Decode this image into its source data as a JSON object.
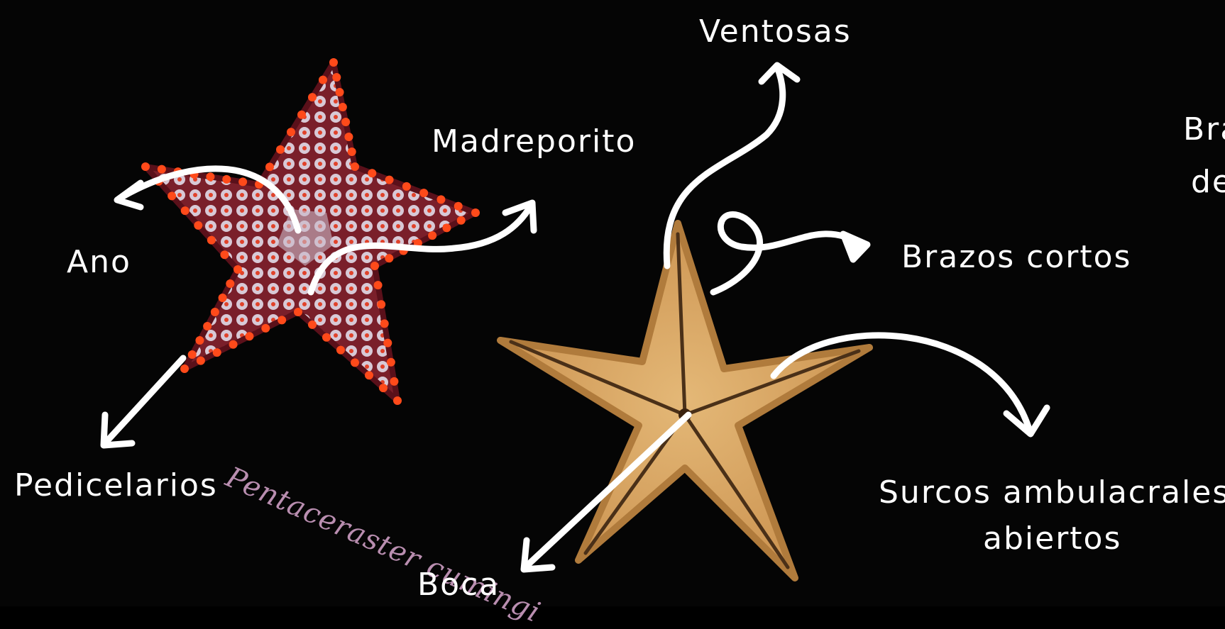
{
  "colors": {
    "background": "#050505",
    "label_text": "#ffffff",
    "arrow": "#ffffff",
    "species_text": "#b98eb0",
    "red_star_body": "#7a1f2a",
    "red_star_plates": "#d8c9d6",
    "red_star_spines": "#ff4a1a",
    "tan_star_body": "#d9a866",
    "tan_star_grooves": "#4a3018"
  },
  "labels": {
    "ano": "Ano",
    "madreporito": "Madreporito",
    "pedicelarios": "Pedicelarios",
    "species_name": "Pentaceraster cumingi",
    "ventosas": "Ventosas",
    "brazos_cortos": "Brazos cortos",
    "surcos_line1": "Surcos ambulacrales",
    "surcos_line2": "abiertos",
    "boca": "Boca",
    "cut_line1": "Bra",
    "cut_line2": "de"
  }
}
